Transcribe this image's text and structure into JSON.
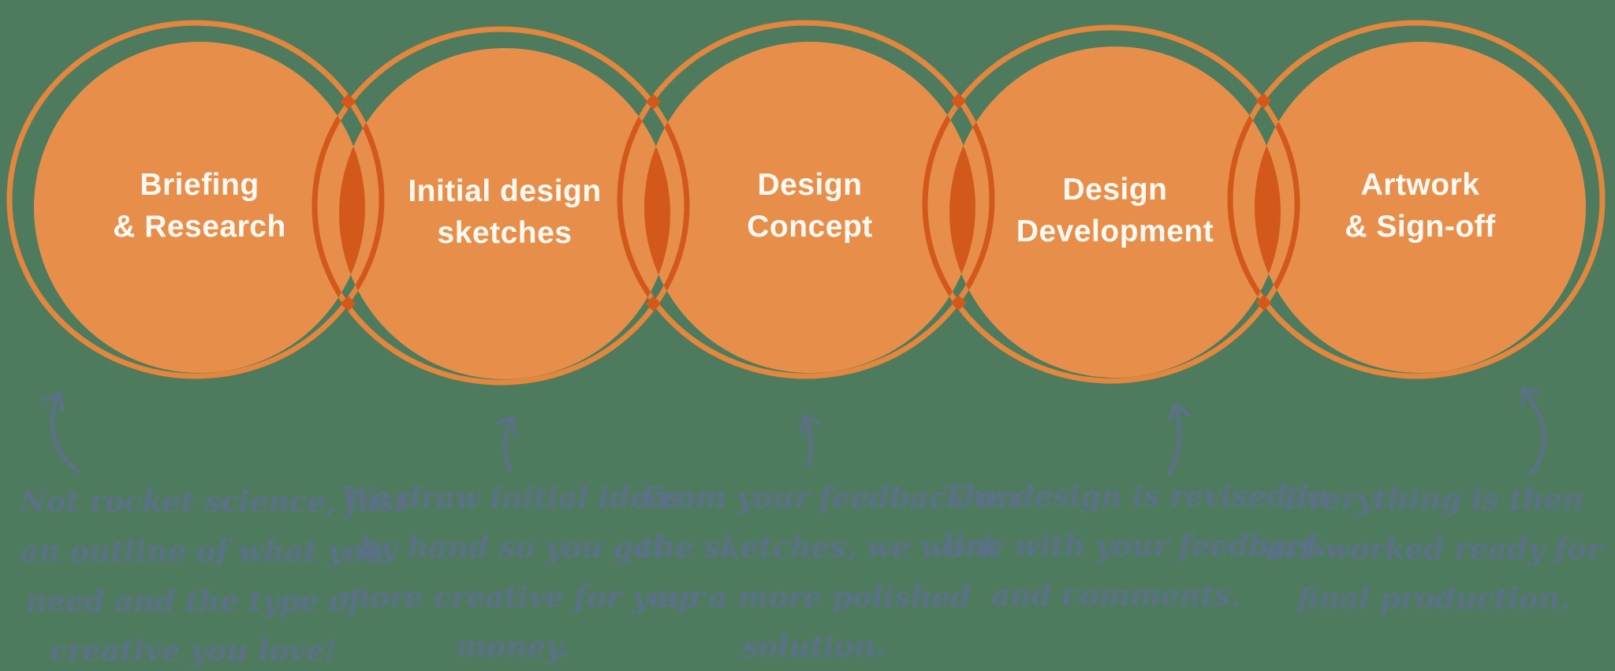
{
  "colors": {
    "bg": "#4E7B5E",
    "orange": "#E78F4A",
    "orangeRing": "#E2873D",
    "orangeDark": "#D2591B",
    "slate": "#5B7186",
    "titleWhite": "#FCF9F3"
  },
  "stages": [
    {
      "title_lines": [
        "Briefing",
        "& Research"
      ],
      "caption_lines": [
        "Not rocket science, just",
        "an outline of what you",
        "need and the type of",
        "creative you love!"
      ]
    },
    {
      "title_lines": [
        "Initial design",
        "sketches"
      ],
      "caption_lines": [
        "We draw initial ideas",
        "by hand so you get",
        "more creative for your",
        "money."
      ]
    },
    {
      "title_lines": [
        "Design",
        "Concept"
      ],
      "caption_lines": [
        "From your feedback on",
        "the sketches, we work",
        "up a more polished",
        "solution."
      ]
    },
    {
      "title_lines": [
        "Design",
        "Development"
      ],
      "caption_lines": [
        "The design is revised in",
        "line with your feedback",
        "and comments."
      ]
    },
    {
      "title_lines": [
        "Artwork",
        "& Sign-off"
      ],
      "caption_lines": [
        "Everything is then",
        "art-worked ready for",
        "final production."
      ]
    }
  ]
}
